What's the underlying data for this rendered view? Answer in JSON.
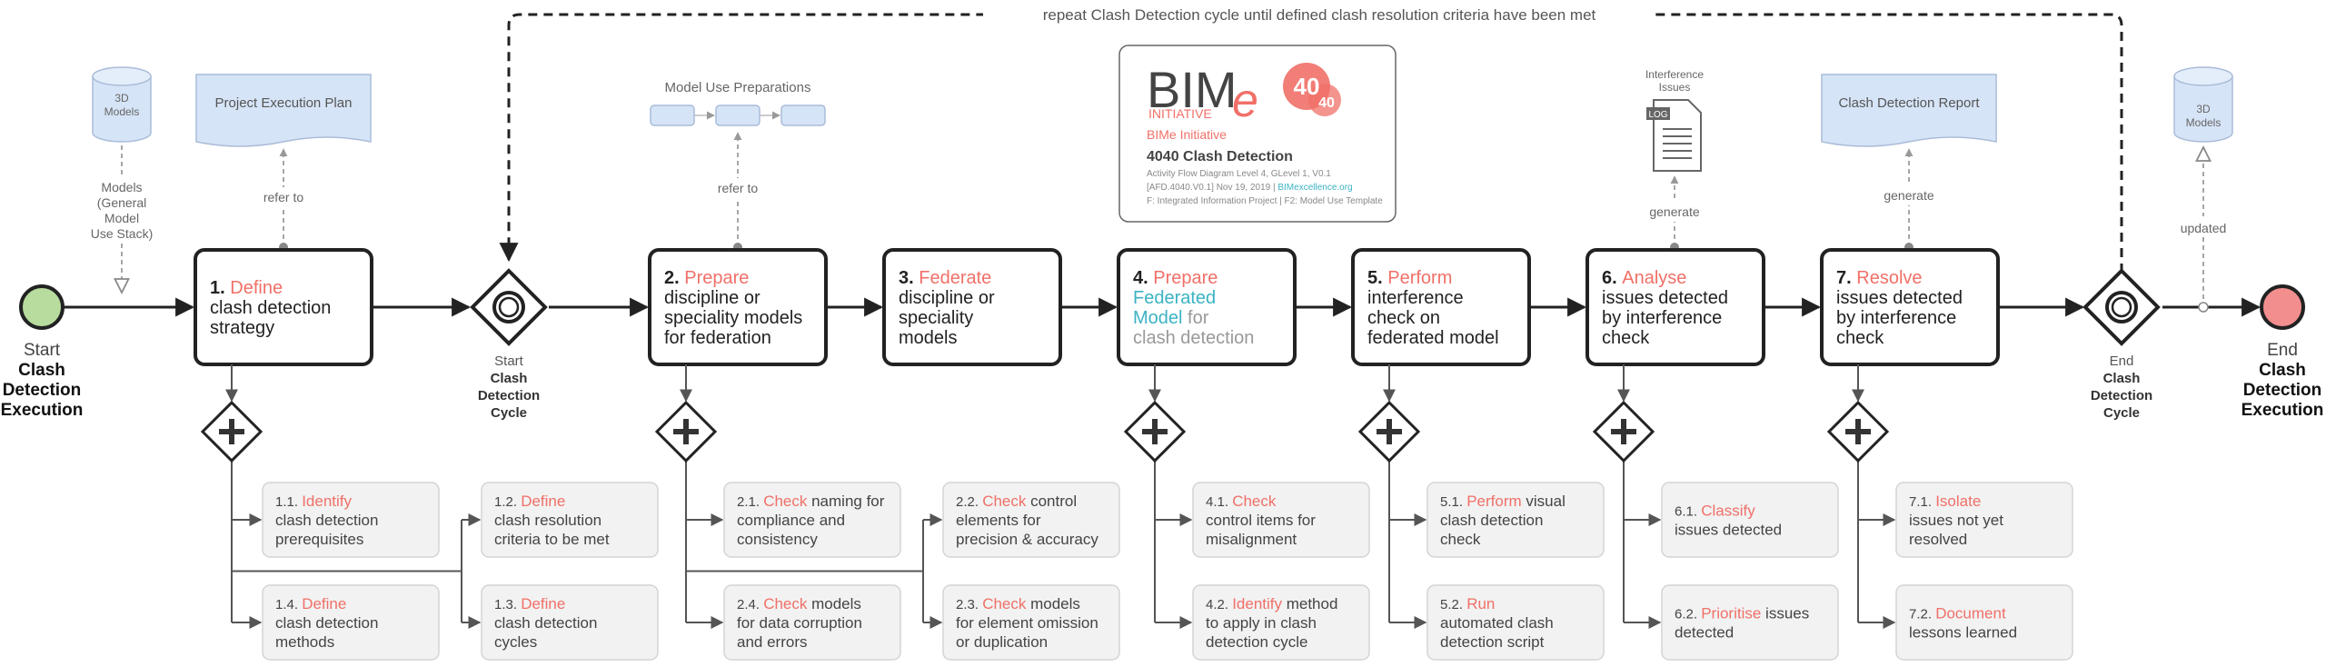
{
  "colors": {
    "accent": "#F07068",
    "teal": "#3BB3C3",
    "gray_text": "#999999",
    "dark": "#222222",
    "start_fill": "#B7DC9E",
    "end_fill": "#F28E8E",
    "doc_fill": "#D6E4F7",
    "sub_fill": "#F2F2F2"
  },
  "loop_label": "repeat  Clash Detection cycle until defined clash resolution criteria have been met",
  "start_event": {
    "line1": "Start",
    "line2": "Clash",
    "line3": "Detection",
    "line4": "Execution"
  },
  "end_event": {
    "line1": "End",
    "line2": "Clash",
    "line3": "Detection",
    "line4": "Execution"
  },
  "start_cycle": {
    "line1": "Start",
    "line2": "Clash",
    "line3": "Detection",
    "line4": "Cycle"
  },
  "end_cycle": {
    "line1": "End",
    "line2": "Clash",
    "line3": "Detection",
    "line4": "Cycle"
  },
  "artifacts": {
    "models_in": {
      "line1": "3D",
      "line2": "Models",
      "note1": "Models",
      "note2": "(General",
      "note3": "Model",
      "note4": "Use Stack)"
    },
    "models_out": {
      "line1": "3D",
      "line2": "Models",
      "note": "updated"
    },
    "pep": {
      "label": "Project Execution Plan",
      "note": "refer to"
    },
    "prep": {
      "label": "Model Use Preparations",
      "note": "refer to"
    },
    "issues": {
      "label1": "Interference",
      "label2": "Issues",
      "badge": "LOG",
      "note": "generate"
    },
    "report": {
      "label": "Clash Detection Report",
      "note": "generate"
    }
  },
  "logo": {
    "bim": "BIM",
    "e": "e",
    "initiative_caps": "INITIATIVE",
    "badge": "40",
    "badge_small": "40",
    "subtitle": "BIMe Initiative",
    "title": "4040 Clash Detection",
    "line1": "Activity Flow Diagram Level 4, GLevel 1, V0.1",
    "line2a": "[AFD.4040.V0.1] Nov 19, 2019 | ",
    "line2b": "BIMexcellence.org",
    "line3": "F: Integrated Information Project | F2: Model Use Template"
  },
  "tasks": [
    {
      "num": "1. ",
      "verb": "Define",
      "lines": [
        "clash detection",
        "strategy"
      ]
    },
    {
      "num": "2. ",
      "verb": "Prepare",
      "lines": [
        "discipline or",
        "speciality models",
        "for federation"
      ]
    },
    {
      "num": "3. ",
      "verb": "Federate",
      "lines": [
        "discipline or",
        "speciality",
        "models"
      ]
    },
    {
      "num": "4. ",
      "verb": "Prepare",
      "lines": [],
      "teal1": "Federated",
      "teal2": "Model",
      "gray2": " for",
      "gray3": "clash detection"
    },
    {
      "num": "5. ",
      "verb": "Perform",
      "lines": [
        "interference",
        "check on",
        "federated model"
      ]
    },
    {
      "num": "6. ",
      "verb": "Analyse",
      "lines": [
        "issues detected",
        "by interference",
        "check"
      ]
    },
    {
      "num": "7. ",
      "verb": "Resolve",
      "lines": [
        "issues detected",
        "by interference",
        "check"
      ]
    }
  ],
  "subtasks": [
    {
      "num": "1.1. ",
      "verb": "Identify",
      "lines": [
        "clash detection",
        "prerequisites"
      ]
    },
    {
      "num": "1.2. ",
      "verb": "Define",
      "lines": [
        "clash resolution",
        "criteria to be met"
      ]
    },
    {
      "num": "1.4. ",
      "verb": "Define",
      "lines": [
        "clash detection",
        "methods"
      ]
    },
    {
      "num": "1.3. ",
      "verb": "Define",
      "lines": [
        "clash detection",
        "cycles"
      ]
    },
    {
      "num": "2.1. ",
      "verb": "Check",
      "tail": " naming for",
      "lines": [
        "compliance and",
        "consistency"
      ]
    },
    {
      "num": "2.2. ",
      "verb": "Check",
      "tail": " control",
      "lines": [
        "elements for",
        "precision & accuracy"
      ]
    },
    {
      "num": "2.4. ",
      "verb": "Check",
      "tail": " models",
      "lines": [
        "for data corruption",
        "and errors"
      ]
    },
    {
      "num": "2.3. ",
      "verb": "Check",
      "tail": " models",
      "lines": [
        "for element omission",
        "or duplication"
      ]
    },
    {
      "num": "4.1. ",
      "verb": "Check",
      "lines": [
        "control items for",
        "misalignment"
      ]
    },
    {
      "num": "4.2. ",
      "verb": "Identify",
      "tail": " method",
      "lines": [
        "to apply in clash",
        "detection cycle"
      ]
    },
    {
      "num": "5.1. ",
      "verb": "Perform",
      "tail": " visual",
      "lines": [
        "clash detection",
        "check"
      ]
    },
    {
      "num": "5.2. ",
      "verb": "Run",
      "lines": [
        "automated clash",
        "detection script"
      ]
    },
    {
      "num": "6.1. ",
      "verb": "Classify",
      "lines": [
        "issues detected"
      ]
    },
    {
      "num": "6.2. ",
      "verb": "Prioritise",
      "tail": " issues",
      "lines": [
        "detected"
      ]
    },
    {
      "num": "7.1. ",
      "verb": "Isolate",
      "lines": [
        "issues not yet",
        "resolved"
      ]
    },
    {
      "num": "7.2. ",
      "verb": "Document",
      "lines": [
        "lessons learned"
      ]
    }
  ]
}
